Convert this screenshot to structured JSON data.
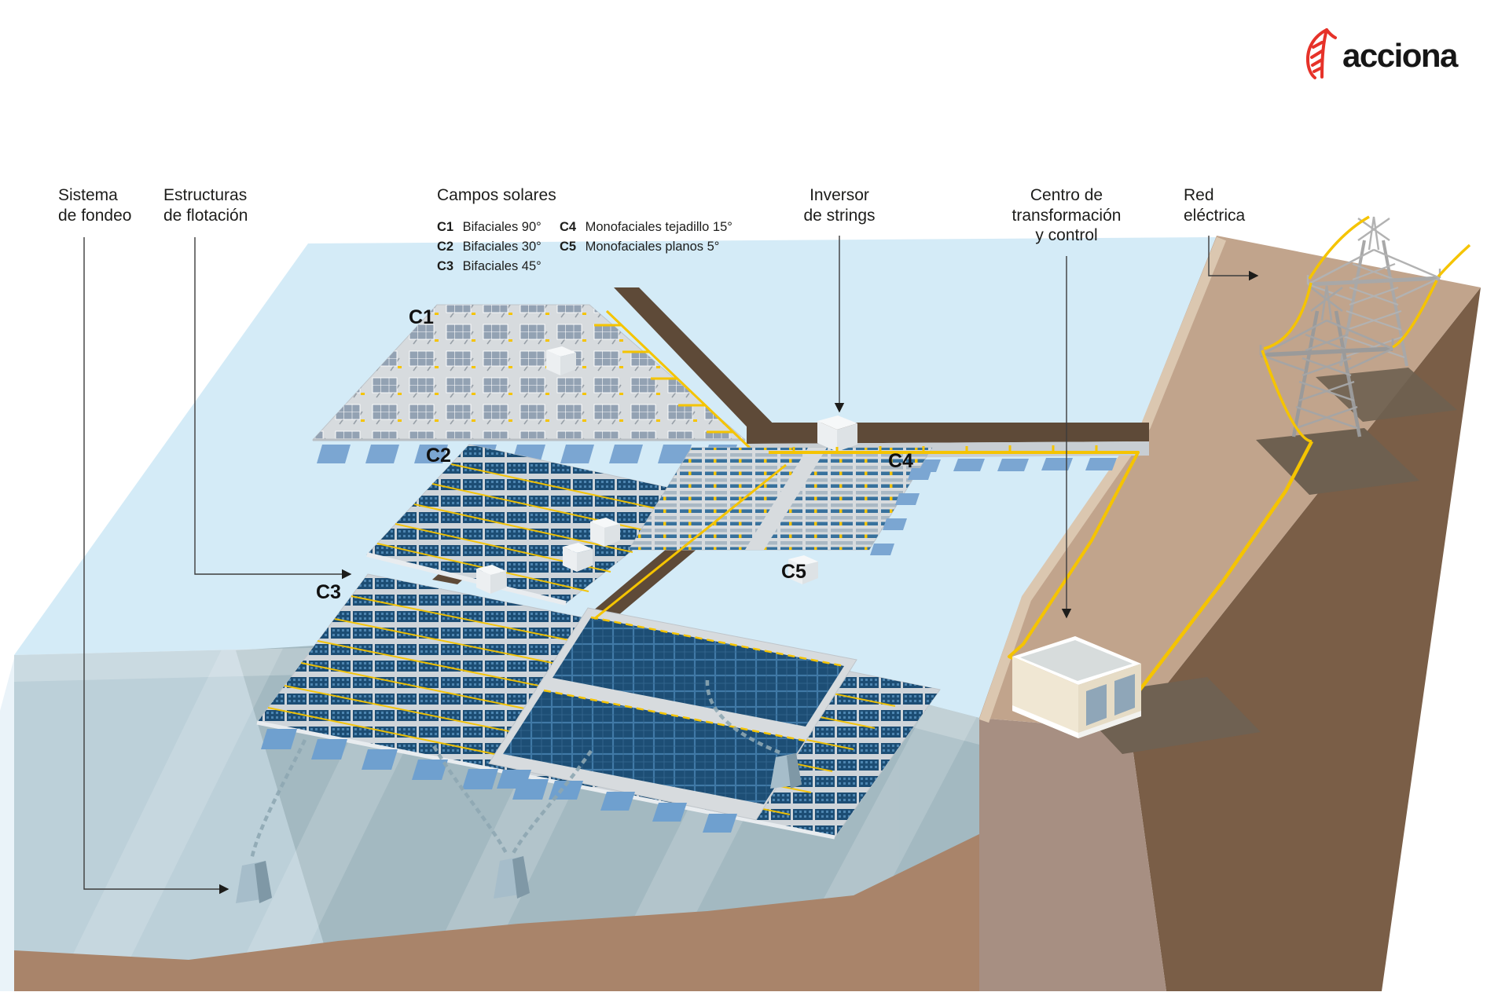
{
  "logo": {
    "brand": "acciona"
  },
  "annotations": {
    "mooring": {
      "label": "Sistema\nde fondeo"
    },
    "flotation": {
      "label": "Estructuras\nde flotación"
    },
    "inverter": {
      "label": "Inversor\nde strings"
    },
    "transformer": {
      "label": "Centro de\ntransformación\ny control"
    },
    "grid": {
      "label": "Red\neléctrica"
    }
  },
  "legend": {
    "title": "Campos solares",
    "items": [
      {
        "code": "C1",
        "desc": "Bifaciales 90°"
      },
      {
        "code": "C2",
        "desc": "Bifaciales 30°"
      },
      {
        "code": "C3",
        "desc": "Bifaciales 45°"
      },
      {
        "code": "C4",
        "desc": "Monofaciales tejadillo 15°"
      },
      {
        "code": "C5",
        "desc": "Monofaciales planos 5°"
      }
    ]
  },
  "fields": [
    {
      "code": "C1"
    },
    {
      "code": "C2"
    },
    {
      "code": "C3"
    },
    {
      "code": "C4"
    },
    {
      "code": "C5"
    }
  ],
  "colors": {
    "brand_red": "#e63229",
    "cable_yellow": "#f5c400",
    "water_surface": "#d4ebf7",
    "underwater": "#a3b9c1",
    "seabed": "#a9846a",
    "land": "#c1a48c",
    "walkway": "#5e4a38",
    "panel_navy": "#1c4d74"
  }
}
